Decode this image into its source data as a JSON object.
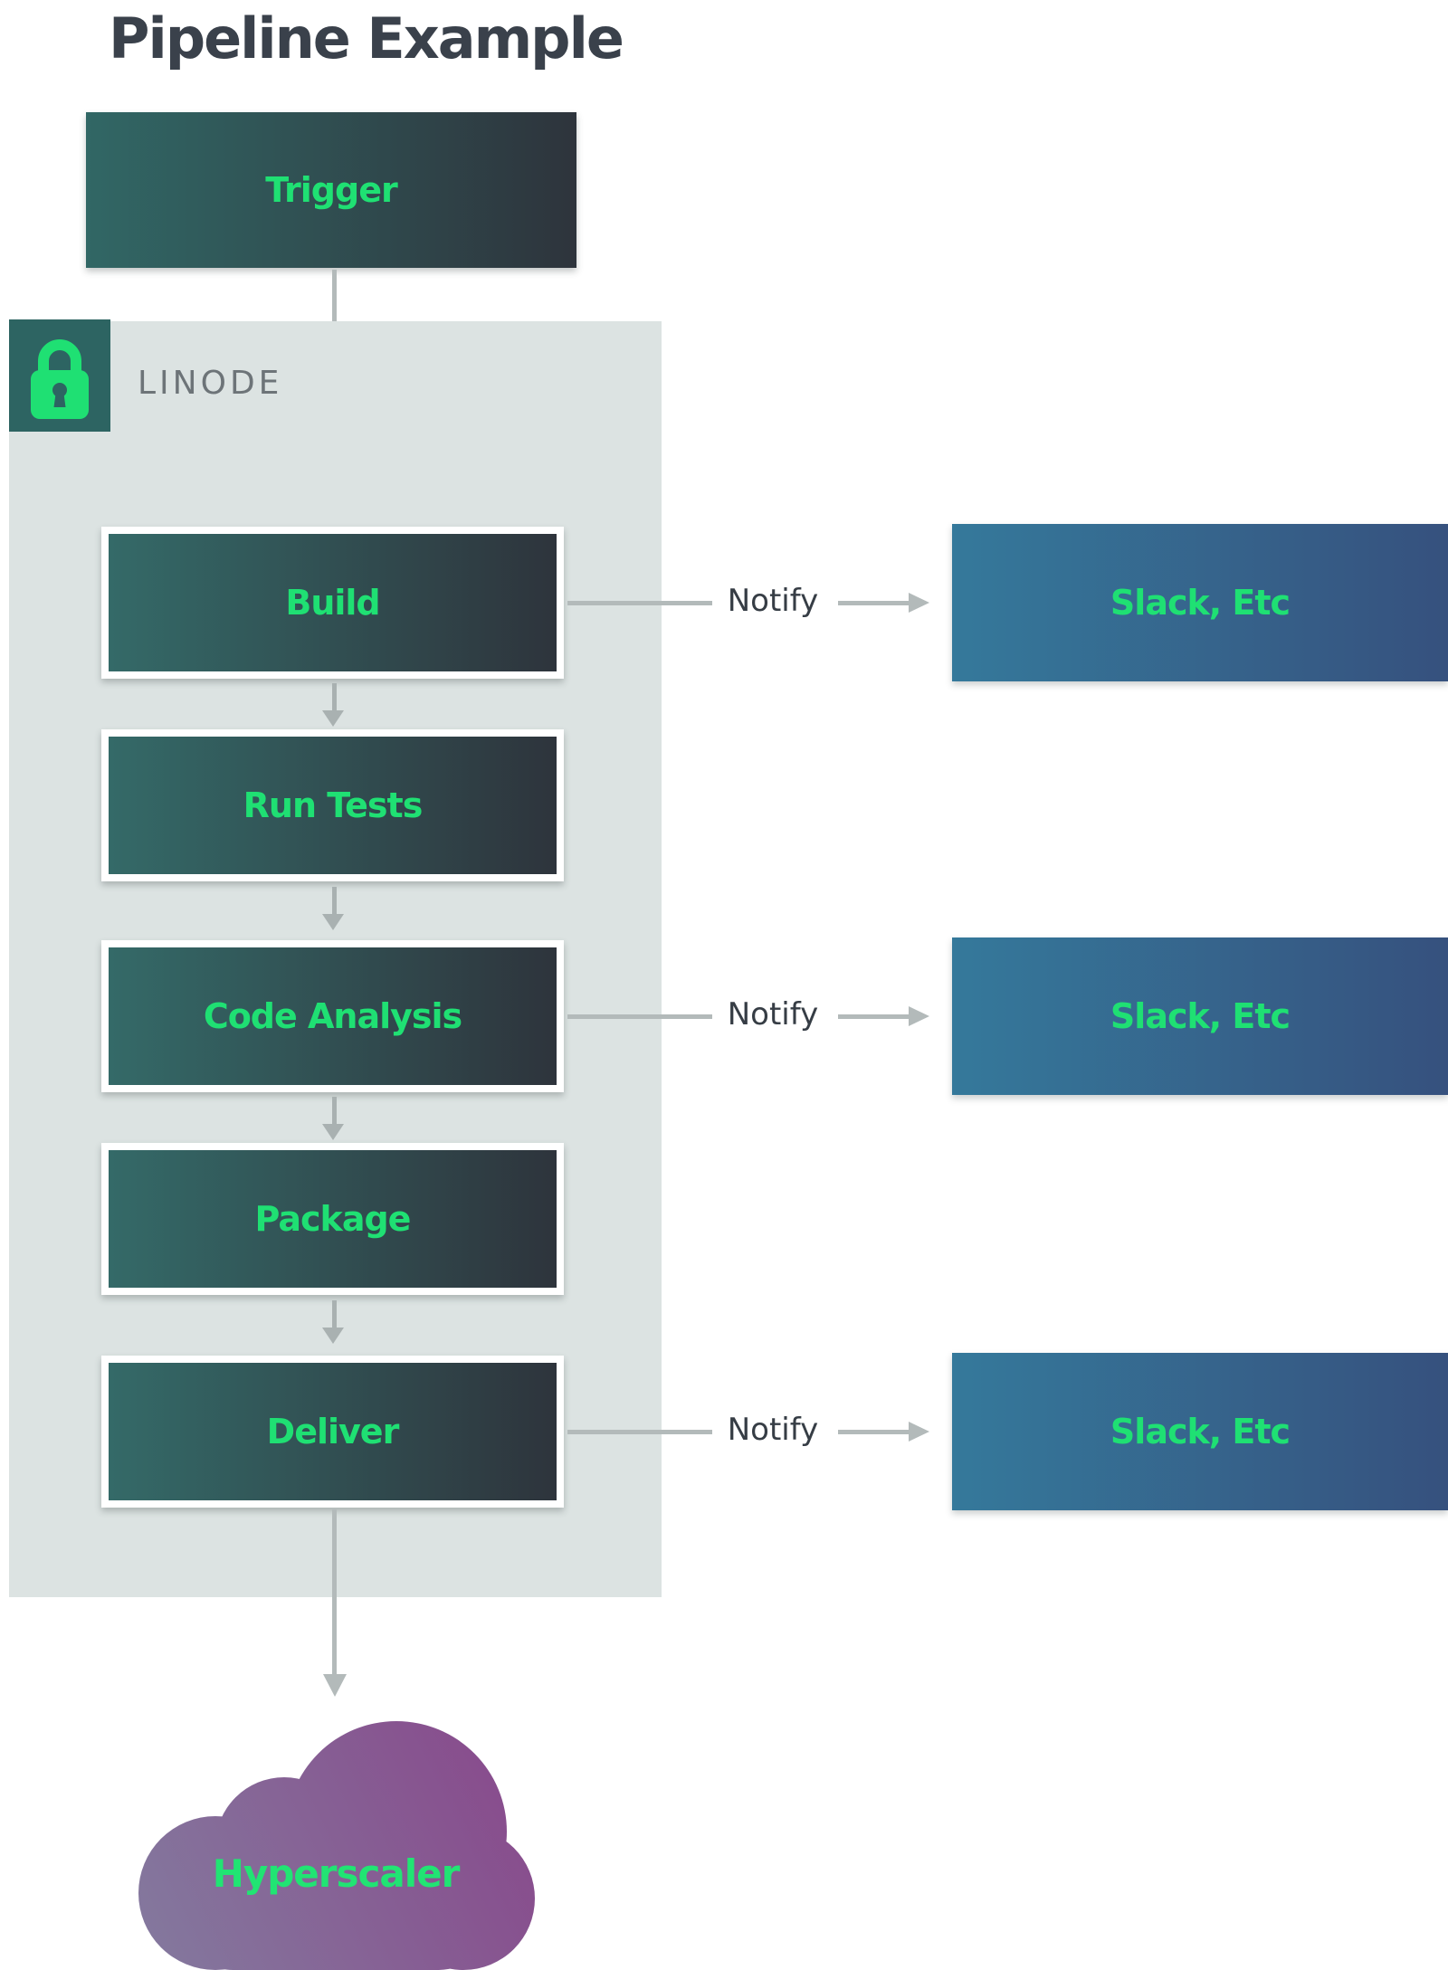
{
  "title": "Pipeline Example",
  "trigger": {
    "label": "Trigger"
  },
  "linode": {
    "label": "LINODE",
    "icon": "padlock-icon"
  },
  "stages": [
    {
      "label": "Build",
      "notify": true
    },
    {
      "label": "Run Tests",
      "notify": false
    },
    {
      "label": "Code Analysis",
      "notify": true
    },
    {
      "label": "Package",
      "notify": false
    },
    {
      "label": "Deliver",
      "notify": true
    }
  ],
  "connectors": {
    "notify_label": "Notify"
  },
  "notifications": {
    "label": "Slack, Etc"
  },
  "cloud": {
    "label": "Hyperscaler"
  },
  "colors": {
    "title_text": "#3a414b",
    "stage_gradient_start": "#346a68",
    "stage_gradient_end": "#2e343c",
    "accent_green": "#1fe073",
    "linode_container_bg": "#dce3e2",
    "lock_badge_bg": "#2d6462",
    "slack_gradient_start": "#35799b",
    "slack_gradient_end": "#36517e",
    "cloud_gradient_start": "#84779d",
    "cloud_gradient_end": "#884a8c",
    "arrow_gray": "#b3baba",
    "notify_text": "#363d45"
  }
}
